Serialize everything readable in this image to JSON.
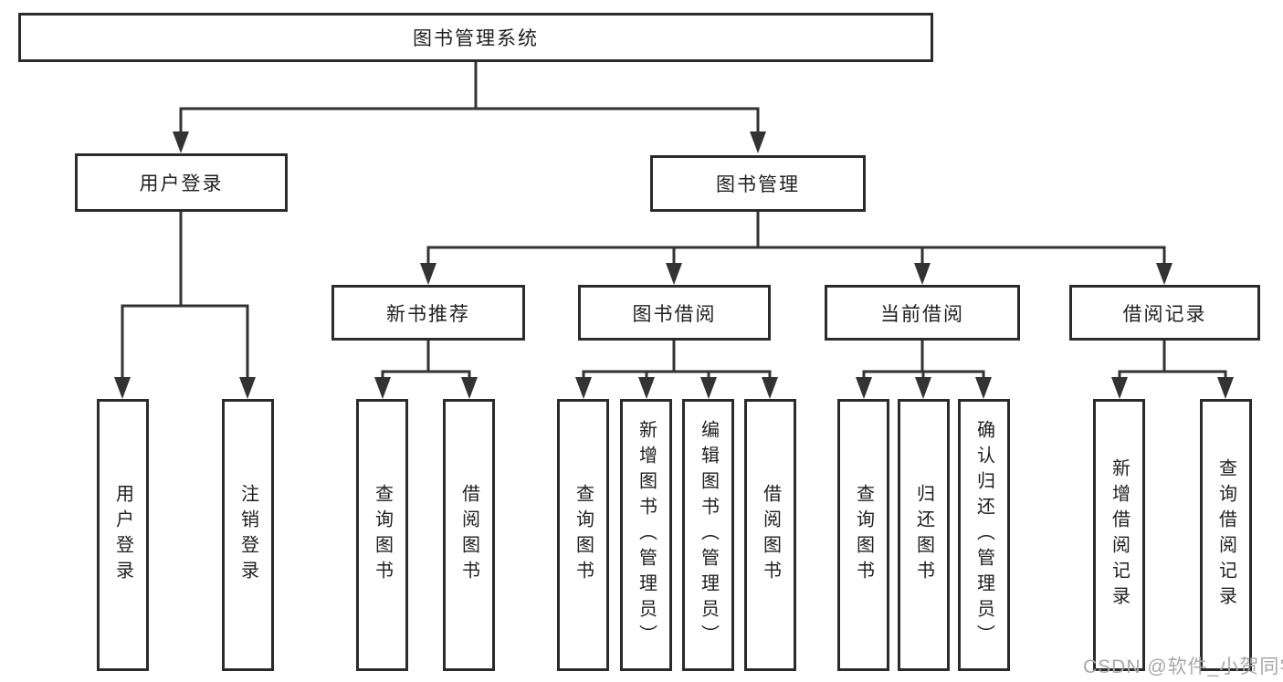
{
  "diagram": {
    "watermark": "CSDN @软件_小贺同学",
    "colors": {
      "line": "#333333",
      "box_border": "#2b2b2b",
      "box_background": "#ffffff",
      "text": "#1f1f1f",
      "watermark_text": "#a8a8a8"
    },
    "tree": {
      "label": "图书管理系统",
      "children": [
        {
          "label": "用户登录",
          "children": [
            {
              "label": "用户登录"
            },
            {
              "label": "注销登录"
            }
          ]
        },
        {
          "label": "图书管理",
          "children": [
            {
              "label": "新书推荐",
              "children": [
                {
                  "label": "查询图书"
                },
                {
                  "label": "借阅图书"
                }
              ]
            },
            {
              "label": "图书借阅",
              "children": [
                {
                  "label": "查询图书"
                },
                {
                  "label": "新增图书（管理员）"
                },
                {
                  "label": "编辑图书（管理员）"
                },
                {
                  "label": "借阅图书"
                }
              ]
            },
            {
              "label": "当前借阅",
              "children": [
                {
                  "label": "查询图书"
                },
                {
                  "label": "归还图书"
                },
                {
                  "label": "确认归还（管理员）"
                }
              ]
            },
            {
              "label": "借阅记录",
              "children": [
                {
                  "label": "新增借阅记录"
                },
                {
                  "label": "查询借阅记录"
                }
              ]
            }
          ]
        }
      ]
    }
  }
}
